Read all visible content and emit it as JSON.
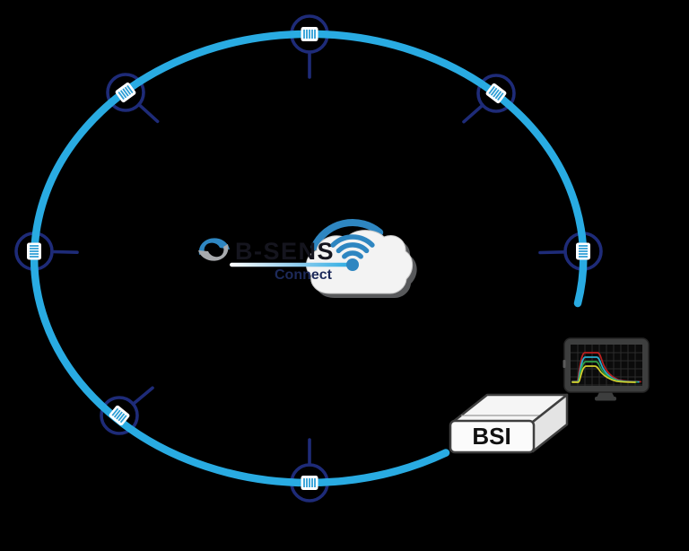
{
  "background": "#000000",
  "logo": {
    "name": "B-SENS",
    "subtitle": "Connect"
  },
  "interrogator": {
    "label": "BSI"
  },
  "network": {
    "sensor_count": 7,
    "sensor_icon": "fiber-bragg-grating-sensor",
    "hub_icon": "wifi-cloud"
  },
  "colors": {
    "fiber_loop_blue": "#29ABE2",
    "sensor_ring_navy": "#1E2B78",
    "wifi_blue": "#2E86C1",
    "cloud_fill": "#F3F3F3",
    "cloud_shadow": "#58595B",
    "brand_text": "#15151E",
    "connect_text": "#1D2A5A",
    "box_face": "#FBFBFB",
    "monitor_frame": "#3D3E3E"
  },
  "monitor": {
    "curve_colors": [
      "#BB2020",
      "#2AAECF",
      "#2F9E45",
      "#D6CE2E"
    ],
    "curve_count": 4
  }
}
